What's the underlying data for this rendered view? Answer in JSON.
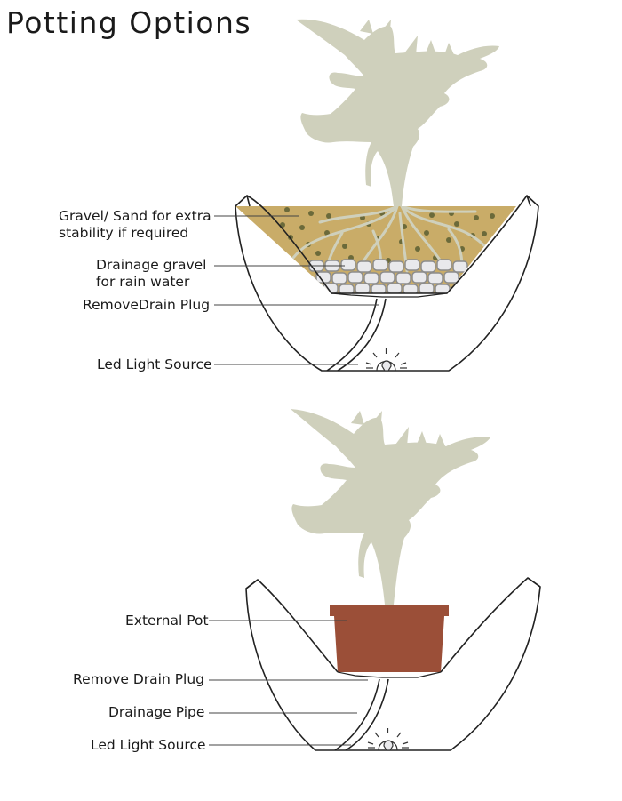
{
  "title": "Potting Options",
  "diagram_top": {
    "labels": {
      "gravel_sand_line1": "Gravel/ Sand for extra",
      "gravel_sand_line2": "stability if required",
      "drainage_gravel_line1": "Drainage gravel",
      "drainage_gravel_line2": "for rain water",
      "drain_plug": "RemoveDrain Plug",
      "led_light": "Led Light Source"
    }
  },
  "diagram_bottom": {
    "labels": {
      "external_pot": "External Pot",
      "drain_plug": "Remove Drain Plug",
      "drainage_pipe": "Drainage Pipe",
      "led_light": "Led Light Source"
    }
  },
  "colors": {
    "foliage": "#cfd0bc",
    "sand": "#c9ac68",
    "sand_dots": "#6b6a3a",
    "gravel_fill": "#e9e9ec",
    "gravel_stroke": "#8c8c8c",
    "terracotta": "#9b4f38",
    "outline": "#222222"
  }
}
